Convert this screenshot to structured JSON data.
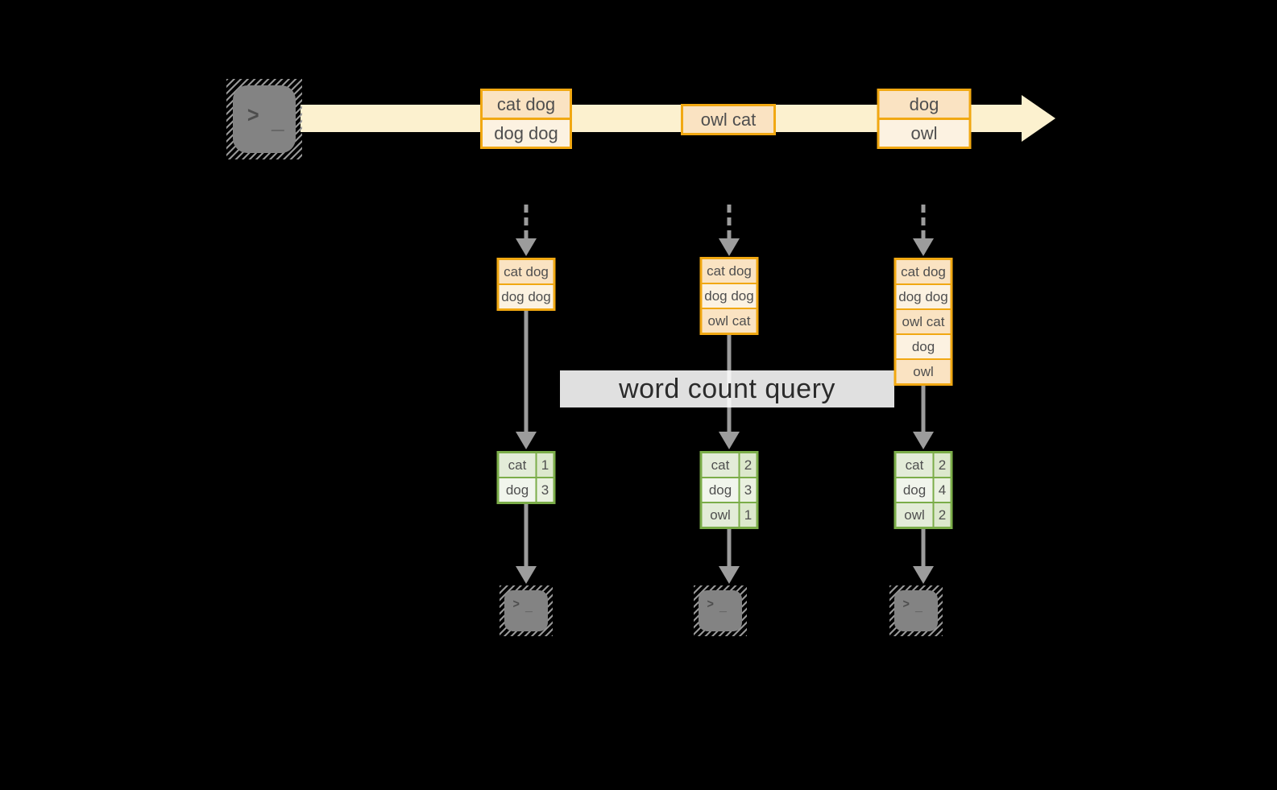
{
  "icons": {
    "prompt_chevron": ">",
    "prompt_underscore": "_"
  },
  "query": {
    "label": "word count query"
  },
  "stream": {
    "groups": [
      {
        "items": [
          "cat dog",
          "dog dog"
        ]
      },
      {
        "items": [
          "owl cat"
        ]
      },
      {
        "items": [
          "dog",
          "owl"
        ]
      }
    ]
  },
  "pipelines": [
    {
      "buffer": [
        "cat dog",
        "dog dog"
      ],
      "counts": [
        {
          "word": "cat",
          "value": "1"
        },
        {
          "word": "dog",
          "value": "3"
        }
      ]
    },
    {
      "buffer": [
        "cat dog",
        "dog dog",
        "owl cat"
      ],
      "counts": [
        {
          "word": "cat",
          "value": "2"
        },
        {
          "word": "dog",
          "value": "3"
        },
        {
          "word": "owl",
          "value": "1"
        }
      ]
    },
    {
      "buffer": [
        "cat dog",
        "dog dog",
        "owl cat",
        "dog",
        "owl"
      ],
      "counts": [
        {
          "word": "cat",
          "value": "2"
        },
        {
          "word": "dog",
          "value": "4"
        },
        {
          "word": "owl",
          "value": "2"
        }
      ]
    }
  ],
  "colors": {
    "background": "#000000",
    "stream_band": "#FCF1CF",
    "record_border": "#F1A812",
    "record_fill_dark": "#FAE3C2",
    "record_fill_light": "#FCF2E1",
    "table_border": "#7BAD49",
    "table_fill_dark": "#E3ECD8",
    "table_fill_light": "#F1F5EC",
    "arrow": "#9C9C9C",
    "terminal_body": "#838383",
    "banner_bg": "#FFFFFF",
    "banner_text": "#2B2B2B"
  }
}
